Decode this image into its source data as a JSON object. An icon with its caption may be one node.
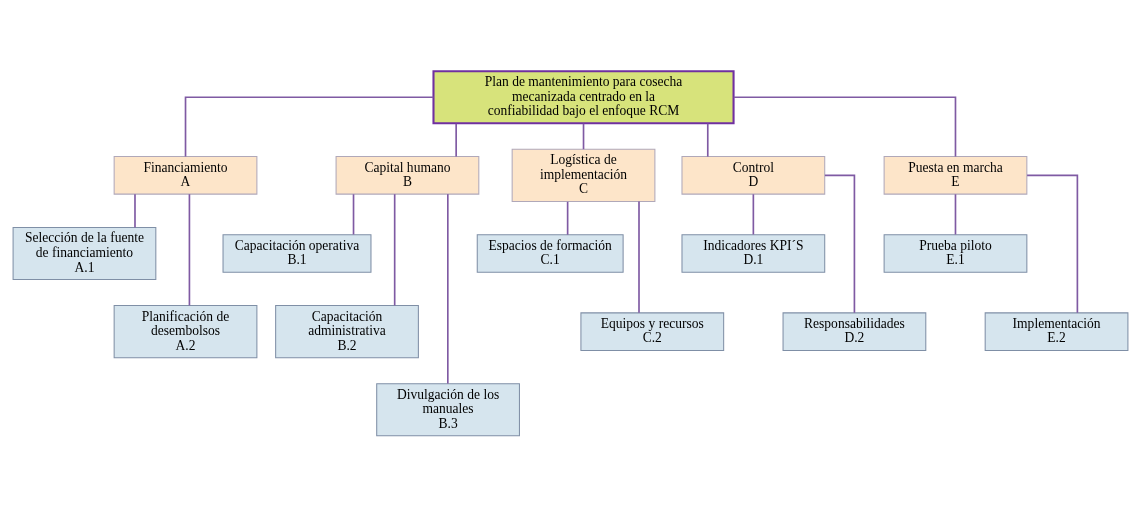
{
  "diagram": {
    "nodes": [
      {
        "text": [
          "Plan de mantenimiento para cosecha mecanizada centrado en la confiabilidad bajo el enfoque RCM"
        ]
      },
      {
        "text": [
          "Financiamiento",
          "A"
        ]
      },
      {
        "text": [
          "Capital humano",
          "B"
        ]
      },
      {
        "text": [
          "Logística de implementación",
          "C"
        ]
      },
      {
        "text": [
          "Control",
          "D"
        ]
      },
      {
        "text": [
          "Puesta en marcha",
          "E"
        ]
      },
      {
        "text": [
          "Selección de la fuente de financiamiento",
          "A.1"
        ]
      },
      {
        "text": [
          "Planificación de desembolsos",
          "A.2"
        ]
      },
      {
        "text": [
          "Capacitación operativa",
          "B.1"
        ]
      },
      {
        "text": [
          "Capacitación administrativa",
          "B.2"
        ]
      },
      {
        "text": [
          "Divulgación de los manuales",
          "B.3"
        ]
      },
      {
        "text": [
          "Espacios de formación",
          "C.1"
        ]
      },
      {
        "text": [
          "Equipos y recursos",
          "C.2"
        ]
      },
      {
        "text": [
          "Indicadores KPI´S",
          "D.1"
        ]
      },
      {
        "text": [
          "Responsabilidades",
          "D.2"
        ]
      },
      {
        "text": [
          "Prueba piloto",
          "E.1"
        ]
      },
      {
        "text": [
          "Implementación",
          "E.2"
        ]
      }
    ],
    "edges": [
      {
        "from": 0,
        "to": 1,
        "arrow": "none"
      },
      {
        "from": 0,
        "to": 2,
        "arrow": "none"
      },
      {
        "from": 0,
        "to": 3,
        "arrow": "none"
      },
      {
        "from": 0,
        "to": 4,
        "arrow": "none"
      },
      {
        "from": 0,
        "to": 5,
        "arrow": "none"
      },
      {
        "from": 1,
        "to": 6,
        "arrow": "none"
      },
      {
        "from": 1,
        "to": 7,
        "arrow": "none"
      },
      {
        "from": 2,
        "to": 8,
        "arrow": "none"
      },
      {
        "from": 2,
        "to": 9,
        "arrow": "none"
      },
      {
        "from": 2,
        "to": 10,
        "arrow": "none"
      },
      {
        "from": 3,
        "to": 11,
        "arrow": "none"
      },
      {
        "from": 3,
        "to": 12,
        "arrow": "none"
      },
      {
        "from": 4,
        "to": 13,
        "arrow": "none"
      },
      {
        "from": 4,
        "to": 14,
        "arrow": "none"
      },
      {
        "from": 5,
        "to": 15,
        "arrow": "none"
      },
      {
        "from": 5,
        "to": 16,
        "arrow": "none"
      }
    ]
  }
}
